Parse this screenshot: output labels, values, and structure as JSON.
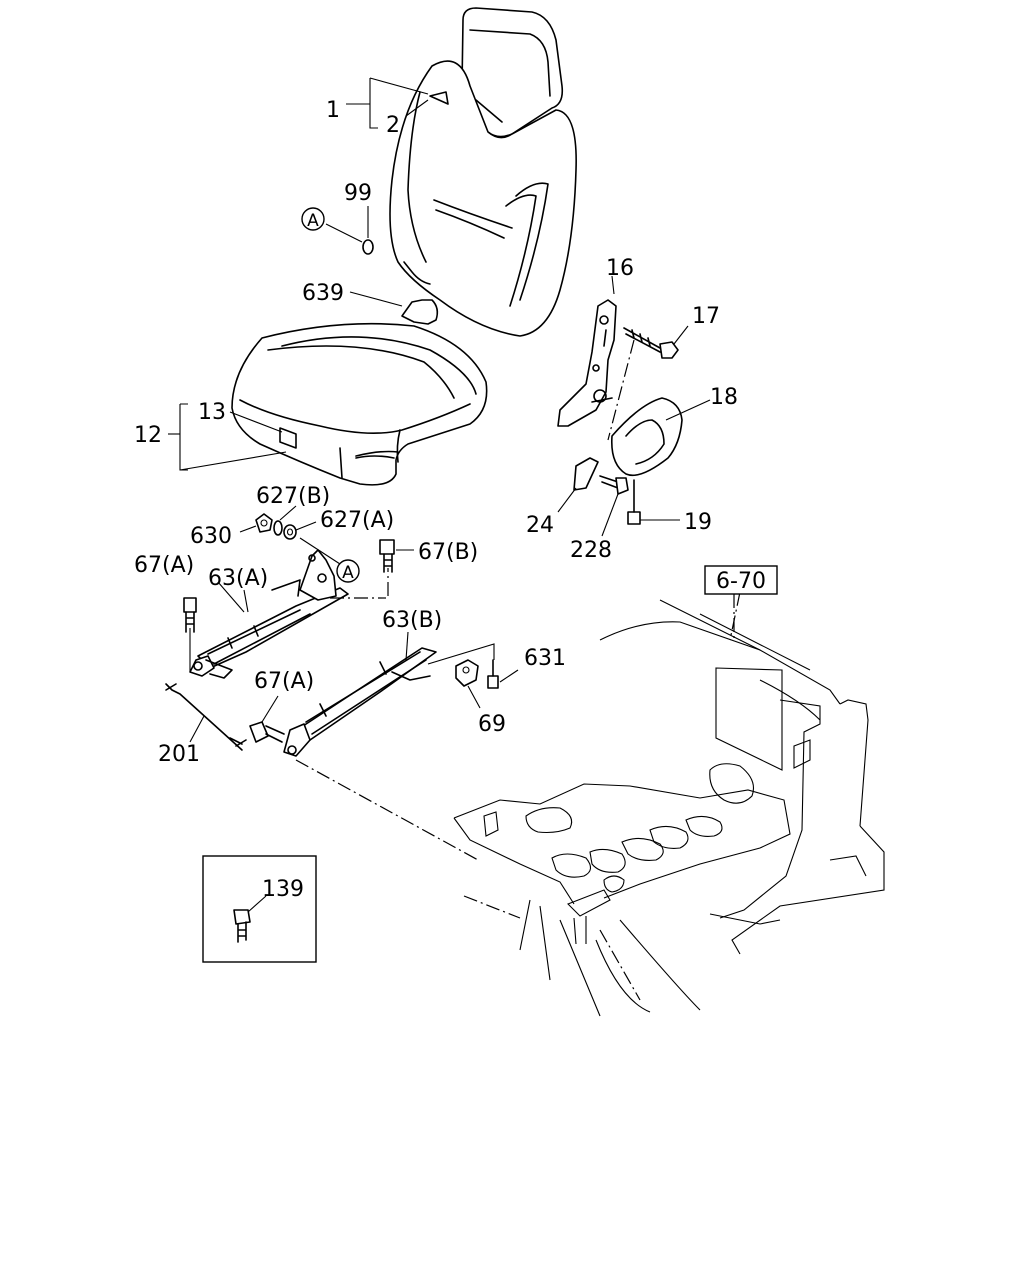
{
  "callouts": {
    "c1": "1",
    "c2": "2",
    "c99": "99",
    "cA1": "A",
    "c639": "639",
    "c16": "16",
    "c17": "17",
    "c18": "18",
    "c13": "13",
    "c12": "12",
    "c24": "24",
    "c228": "228",
    "c19": "19",
    "c627b": "627(B)",
    "c630": "630",
    "c627a": "627(A)",
    "c67a_top": "67(A)",
    "c63a": "63(A)",
    "cA2": "A",
    "c67b": "67(B)",
    "c63b": "63(B)",
    "c631": "631",
    "c67a_bottom": "67(A)",
    "c69": "69",
    "c201": "201",
    "c139": "139"
  },
  "reference_box": {
    "label": "6-70"
  },
  "inset_box": {
    "label": "139"
  }
}
